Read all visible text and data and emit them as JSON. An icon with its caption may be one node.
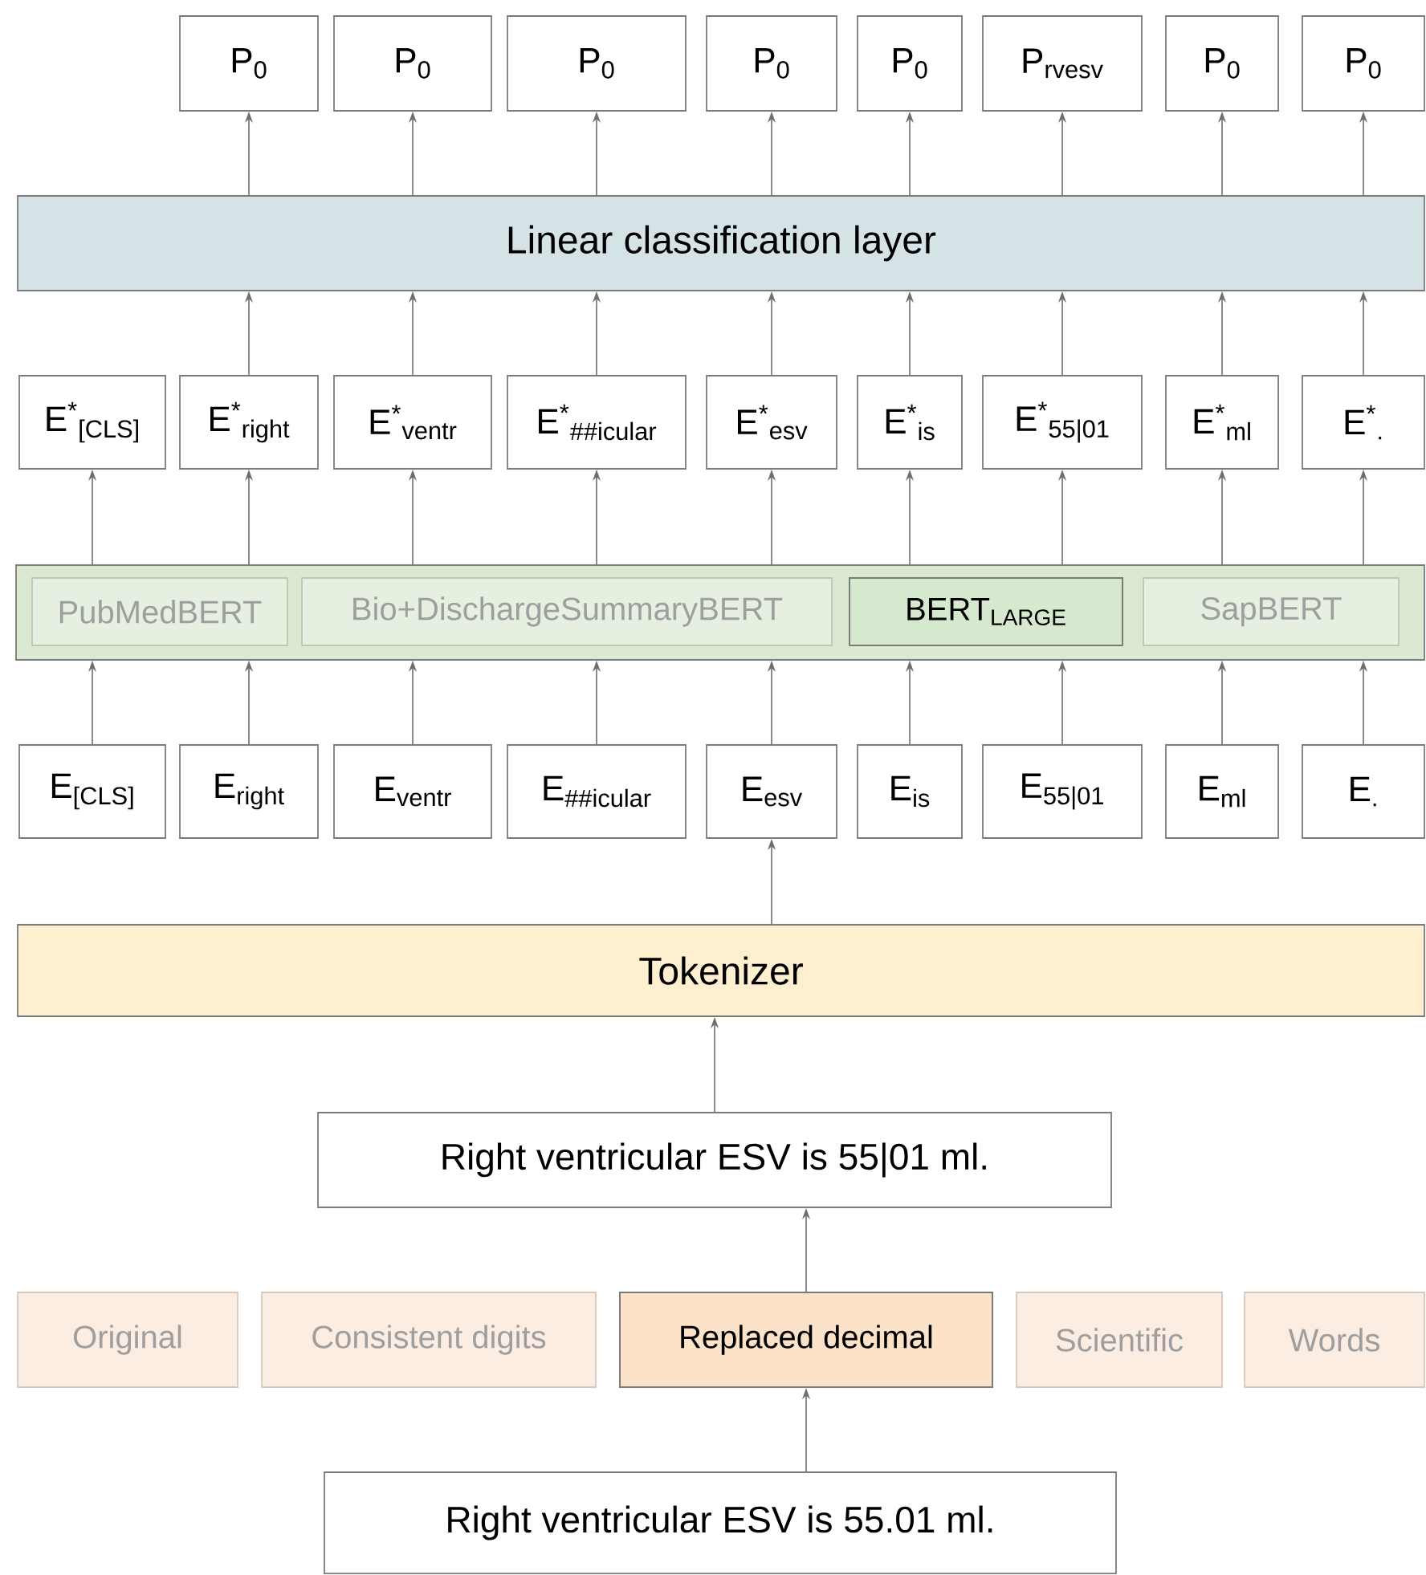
{
  "diagram": {
    "nodes": [
      {
        "text": [
          "P$_{0}$"
        ]
      },
      {
        "text": [
          "P$_{0}$"
        ]
      },
      {
        "text": [
          "P$_{0}$"
        ]
      },
      {
        "text": [
          "P$_{0}$"
        ]
      },
      {
        "text": [
          "P$_{0}$"
        ]
      },
      {
        "text": [
          "P$_{rvesv}$"
        ]
      },
      {
        "text": [
          "P$_{0}$"
        ]
      },
      {
        "text": [
          "P$_{0}$"
        ]
      },
      {
        "text": [
          "Linear classification layer"
        ]
      },
      {
        "text": [
          "E$^{*}$$_{[CLS]}$"
        ]
      },
      {
        "text": [
          "E$^{*}$$_{right}$"
        ]
      },
      {
        "text": [
          "E$^{*}$$_{ventr}$"
        ]
      },
      {
        "text": [
          "E$^{*}$$_{##icular}$"
        ]
      },
      {
        "text": [
          "E$^{*}$$_{esv}$"
        ]
      },
      {
        "text": [
          "E$^{*}$$_{is}$"
        ]
      },
      {
        "text": [
          "E$^{*}$$_{55|01}$"
        ]
      },
      {
        "text": [
          "E$^{*}$$_{ml}$"
        ]
      },
      {
        "text": [
          "E$^{*}$$_{.}$"
        ]
      },
      {
        "text": [],
        "shape": "box"
      },
      {
        "text": [
          "PubMedBERT"
        ],
        "in": 18
      },
      {
        "text": [
          "Bio+DischargeSummaryBERT"
        ],
        "in": 18
      },
      {
        "text": [
          "BERT$_{LARGE}$"
        ],
        "in": 18
      },
      {
        "text": [
          "SapBERT"
        ],
        "in": 18
      },
      {
        "text": [
          "E$_{[CLS]}$"
        ]
      },
      {
        "text": [
          "E$_{right}$"
        ]
      },
      {
        "text": [
          "E$_{ventr}$"
        ]
      },
      {
        "text": [
          "E$_{##icular}$"
        ]
      },
      {
        "text": [
          "E$_{esv}$"
        ]
      },
      {
        "text": [
          "E$_{is}$"
        ]
      },
      {
        "text": [
          "E$_{55|01}$"
        ]
      },
      {
        "text": [
          "E$_{ml}$"
        ]
      },
      {
        "text": [
          "E$_{.}$"
        ]
      },
      {
        "text": [
          "Tokenizer"
        ]
      },
      {
        "text": [
          "Right ventricular ESV is 55|01 ml."
        ]
      },
      {
        "text": [
          "Original"
        ]
      },
      {
        "text": [
          "Consistent digits"
        ]
      },
      {
        "text": [
          "Replaced decimal"
        ]
      },
      {
        "text": [
          "Scientific"
        ]
      },
      {
        "text": [
          "Words"
        ]
      },
      {
        "text": [
          "Right ventricular ESV is 55.01 ml."
        ]
      }
    ],
    "edges": [
      {
        "from": 8,
        "to": 0,
        "arrow": "to"
      },
      {
        "from": 8,
        "to": 1,
        "arrow": "to"
      },
      {
        "from": 8,
        "to": 2,
        "arrow": "to"
      },
      {
        "from": 8,
        "to": 3,
        "arrow": "to"
      },
      {
        "from": 8,
        "to": 4,
        "arrow": "to"
      },
      {
        "from": 8,
        "to": 5,
        "arrow": "to"
      },
      {
        "from": 8,
        "to": 6,
        "arrow": "to"
      },
      {
        "from": 8,
        "to": 7,
        "arrow": "to"
      },
      {
        "from": 10,
        "to": 8,
        "arrow": "to"
      },
      {
        "from": 11,
        "to": 8,
        "arrow": "to"
      },
      {
        "from": 12,
        "to": 8,
        "arrow": "to"
      },
      {
        "from": 13,
        "to": 8,
        "arrow": "to"
      },
      {
        "from": 14,
        "to": 8,
        "arrow": "to"
      },
      {
        "from": 15,
        "to": 8,
        "arrow": "to"
      },
      {
        "from": 16,
        "to": 8,
        "arrow": "to"
      },
      {
        "from": 17,
        "to": 8,
        "arrow": "to"
      },
      {
        "from": 18,
        "to": 9,
        "arrow": "to"
      },
      {
        "from": 18,
        "to": 10,
        "arrow": "to"
      },
      {
        "from": 18,
        "to": 11,
        "arrow": "to"
      },
      {
        "from": 18,
        "to": 12,
        "arrow": "to"
      },
      {
        "from": 18,
        "to": 13,
        "arrow": "to"
      },
      {
        "from": 18,
        "to": 14,
        "arrow": "to"
      },
      {
        "from": 18,
        "to": 15,
        "arrow": "to"
      },
      {
        "from": 18,
        "to": 16,
        "arrow": "to"
      },
      {
        "from": 18,
        "to": 17,
        "arrow": "to"
      },
      {
        "from": 23,
        "to": 18,
        "arrow": "to"
      },
      {
        "from": 24,
        "to": 18,
        "arrow": "to"
      },
      {
        "from": 25,
        "to": 18,
        "arrow": "to"
      },
      {
        "from": 26,
        "to": 18,
        "arrow": "to"
      },
      {
        "from": 27,
        "to": 18,
        "arrow": "to"
      },
      {
        "from": 28,
        "to": 18,
        "arrow": "to"
      },
      {
        "from": 29,
        "to": 18,
        "arrow": "to"
      },
      {
        "from": 30,
        "to": 18,
        "arrow": "to"
      },
      {
        "from": 31,
        "to": 18,
        "arrow": "to"
      },
      {
        "from": 32,
        "to": 27,
        "arrow": "to"
      },
      {
        "from": 33,
        "to": 32,
        "arrow": "to"
      },
      {
        "from": 36,
        "to": 33,
        "arrow": "to"
      },
      {
        "from": 39,
        "to": 36,
        "arrow": "to"
      }
    ]
  }
}
